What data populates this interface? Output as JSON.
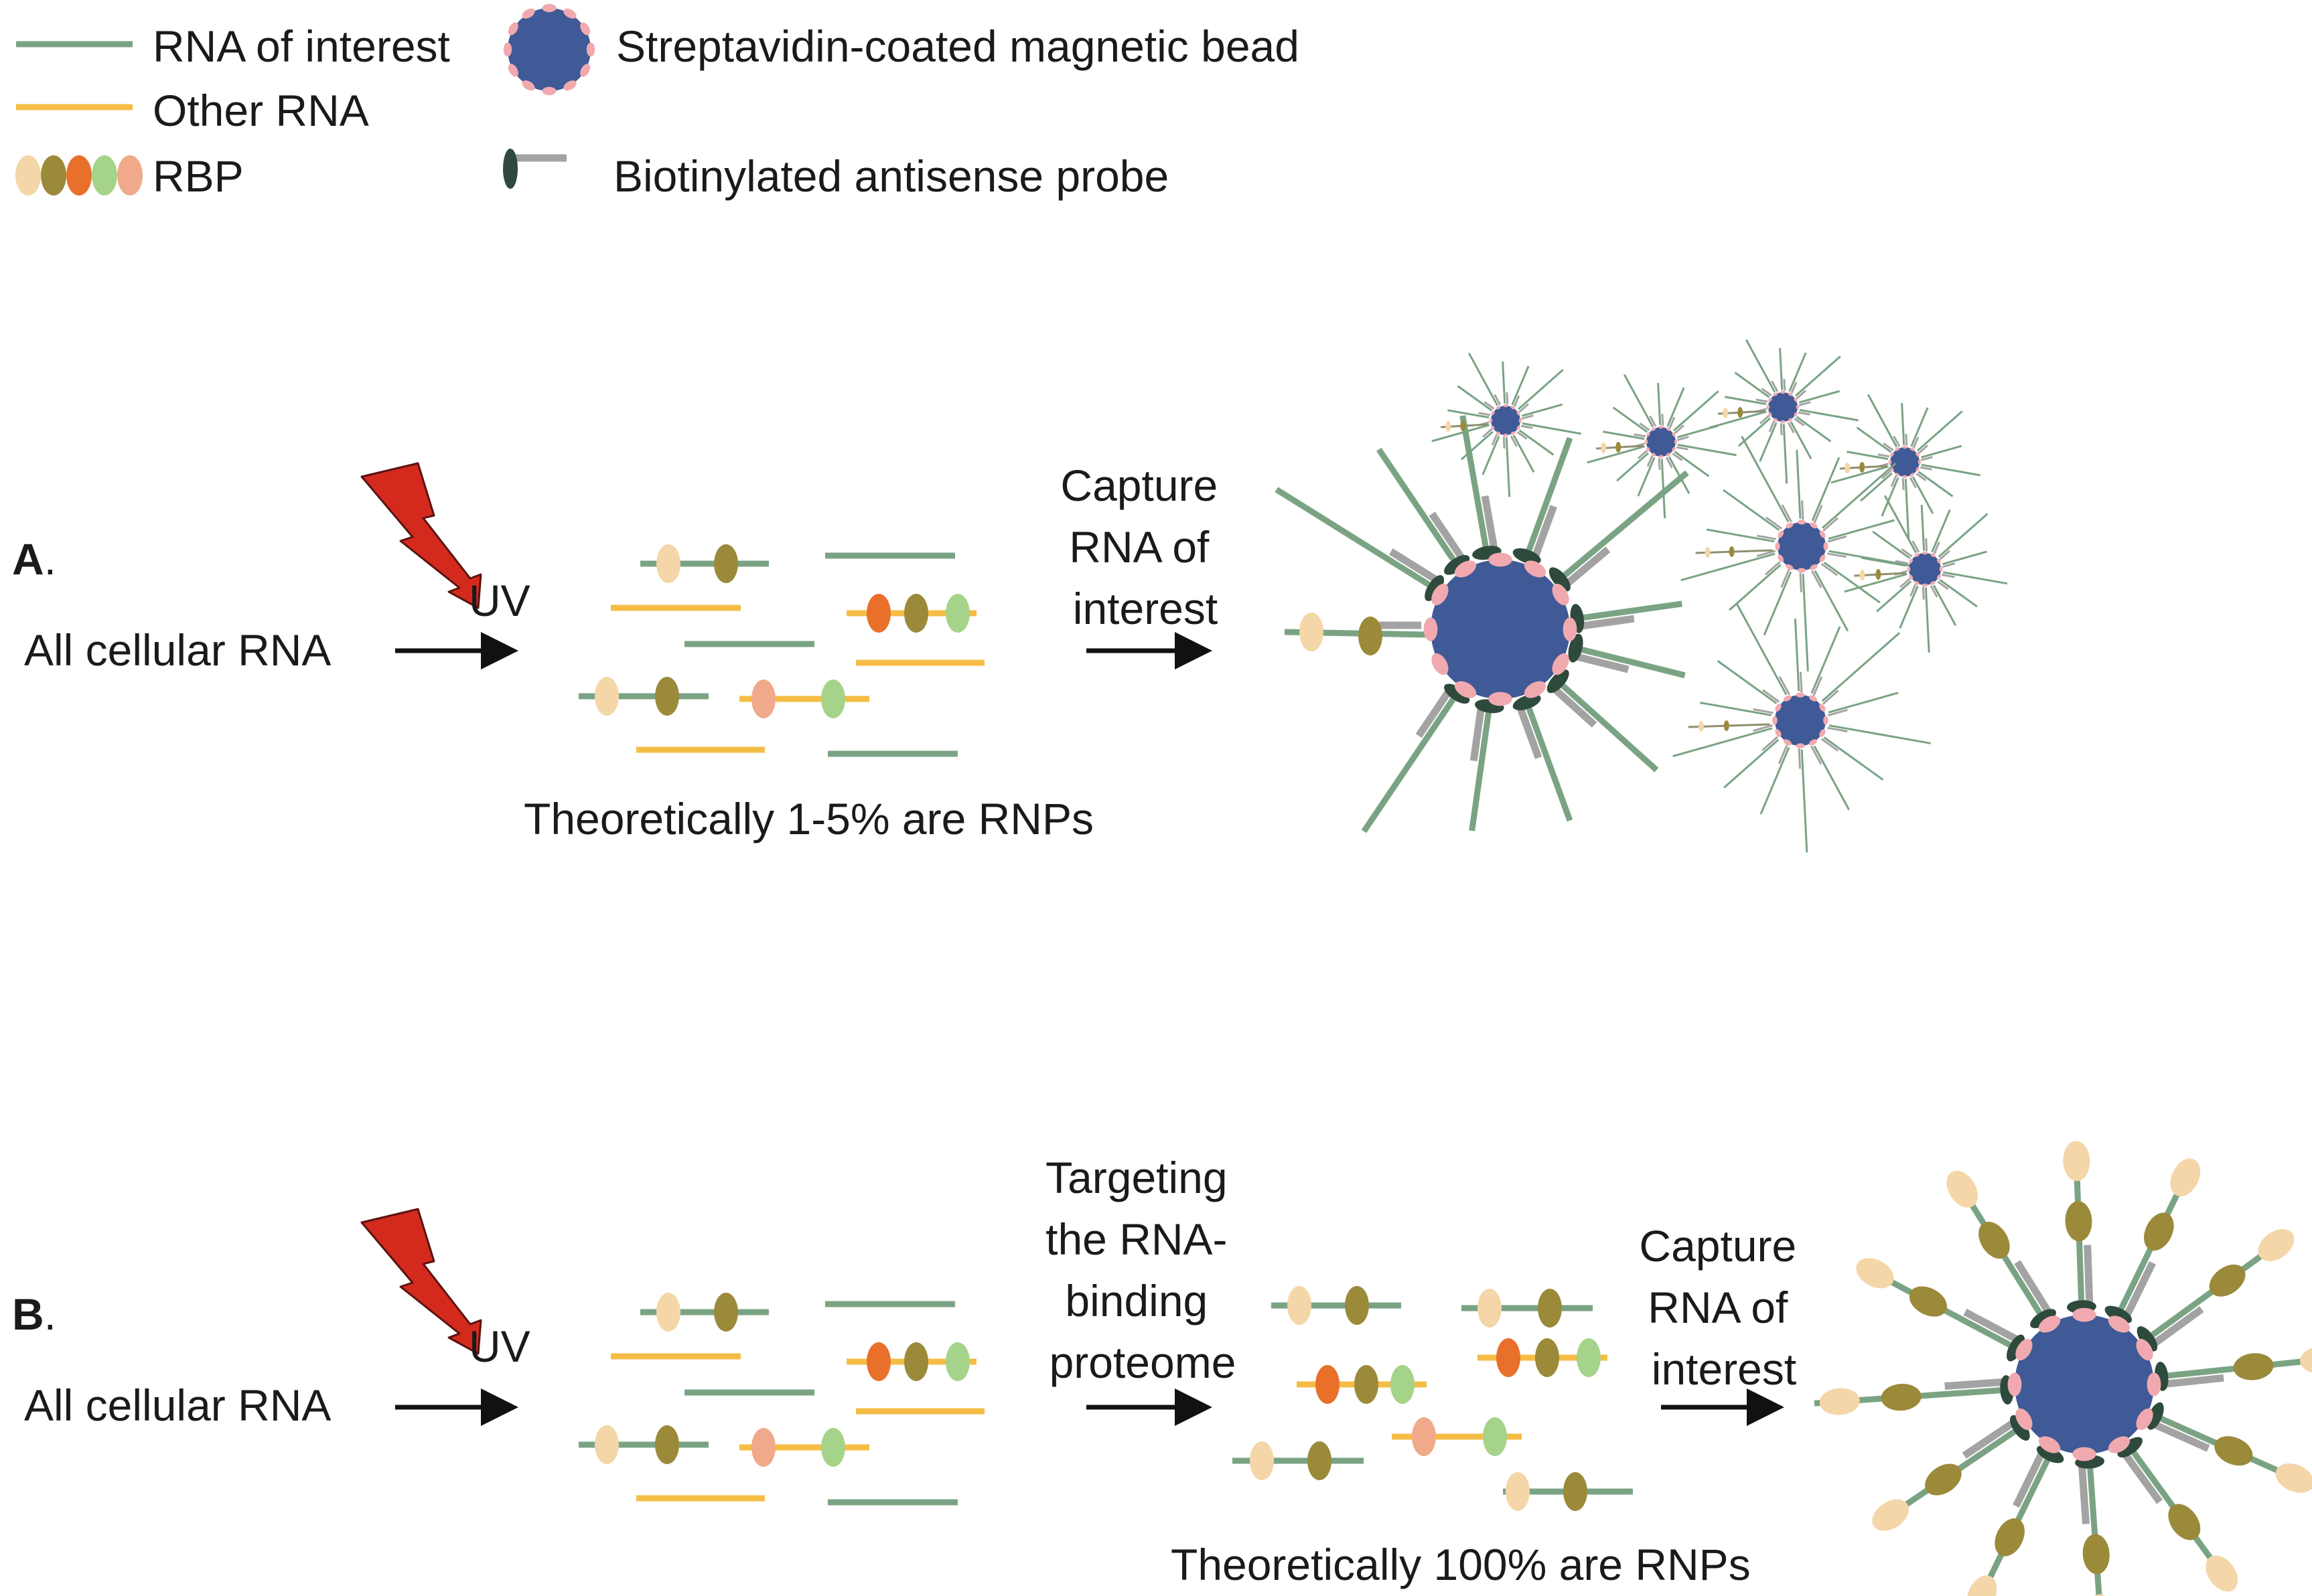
{
  "legend": {
    "rna_of_interest": "RNA of interest",
    "other_rna": "Other RNA",
    "rbp": "RBP",
    "bead": "Streptavidin-coated magnetic bead",
    "probe": "Biotinylated antisense probe"
  },
  "panel_a": {
    "label": "A",
    "label_dot": ".",
    "uv": "UV",
    "input": "All cellular RNA",
    "step_lines": [
      "Capture",
      "RNA of",
      "interest"
    ],
    "caption": "Theoretically 1-5% are RNPs"
  },
  "panel_b": {
    "label": "B",
    "label_dot": ".",
    "uv": "UV",
    "input": "All cellular RNA",
    "step1_lines": [
      "Targeting",
      "the RNA-",
      "binding",
      "proteome"
    ],
    "step2_lines": [
      "Capture",
      "RNA of",
      "interest"
    ],
    "caption": "Theoretically 100% are RNPs"
  },
  "colors": {
    "rna_of_interest": "#7aa383",
    "other_rna": "#f5bd45",
    "probe": "#a3a3a3",
    "biotin": "#2e4a3c",
    "bead": "#3f5a96",
    "bead_dots": "#f1a9b0",
    "uv_bolt": "#d42a1e",
    "rbp": [
      "#f4d6a8",
      "#9a8a3a",
      "#e8702a",
      "#a6d38a",
      "#f0a98a"
    ]
  }
}
